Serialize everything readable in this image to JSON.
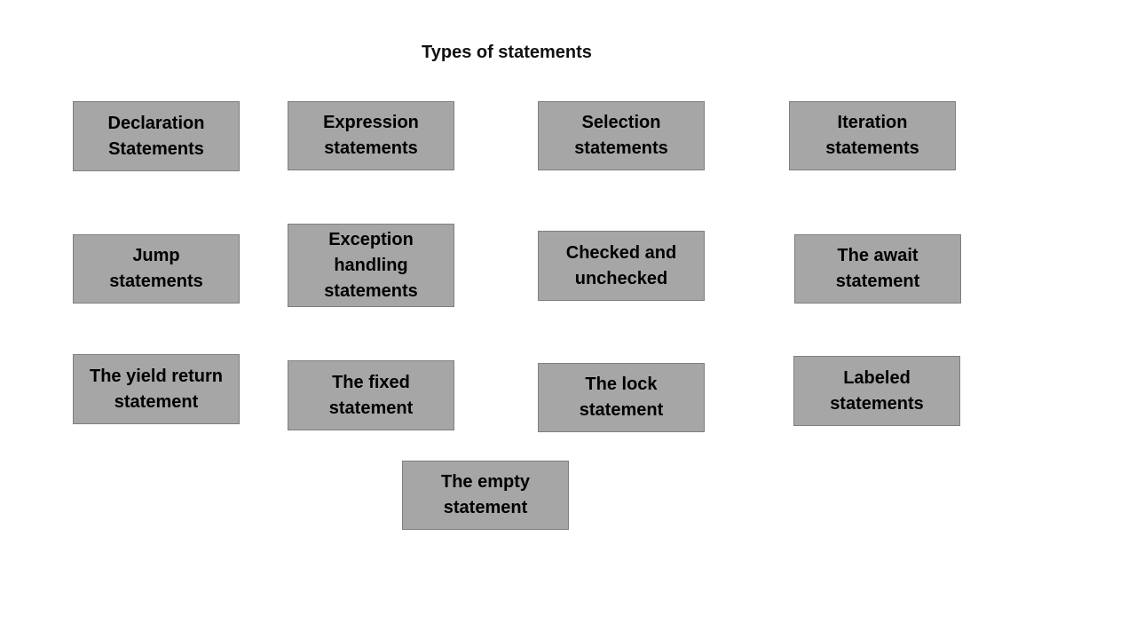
{
  "diagram": {
    "title": "Types of statements",
    "boxes": [
      {
        "label": "Declaration\nStatements"
      },
      {
        "label": "Expression\nstatements"
      },
      {
        "label": "Selection\nstatements"
      },
      {
        "label": "Iteration\nstatements"
      },
      {
        "label": "Jump\nstatements"
      },
      {
        "label": "Exception\nhandling\nstatements"
      },
      {
        "label": "Checked and\nunchecked"
      },
      {
        "label": "The await\nstatement"
      },
      {
        "label": "The yield return\nstatement"
      },
      {
        "label": "The fixed\nstatement"
      },
      {
        "label": "The lock\nstatement"
      },
      {
        "label": "Labeled\nstatements"
      },
      {
        "label": "The empty\nstatement"
      }
    ]
  },
  "colors": {
    "box_fill": "#a6a6a6",
    "box_border": "#7f7f7f",
    "text": "#000000",
    "background": "#ffffff"
  }
}
